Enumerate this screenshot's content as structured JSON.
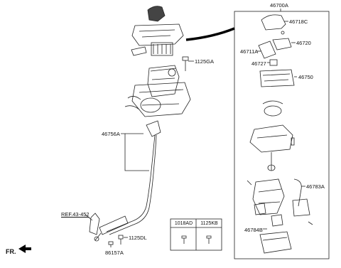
{
  "labels": {
    "assembly": "46700A",
    "knob": "46718C",
    "indicator": "46720",
    "bracket": "46711A",
    "switch": "46727",
    "module": "46750",
    "lever_bracket": "46783A",
    "lower": "46784B",
    "bolt_1125ga": "1125GA",
    "cable": "46756A",
    "ref": "REF.43-452",
    "nut_1125dl": "1125DL",
    "clip": "86157A",
    "front": "FR."
  },
  "legend": {
    "col1": "1018AD",
    "col2": "1125KB"
  }
}
